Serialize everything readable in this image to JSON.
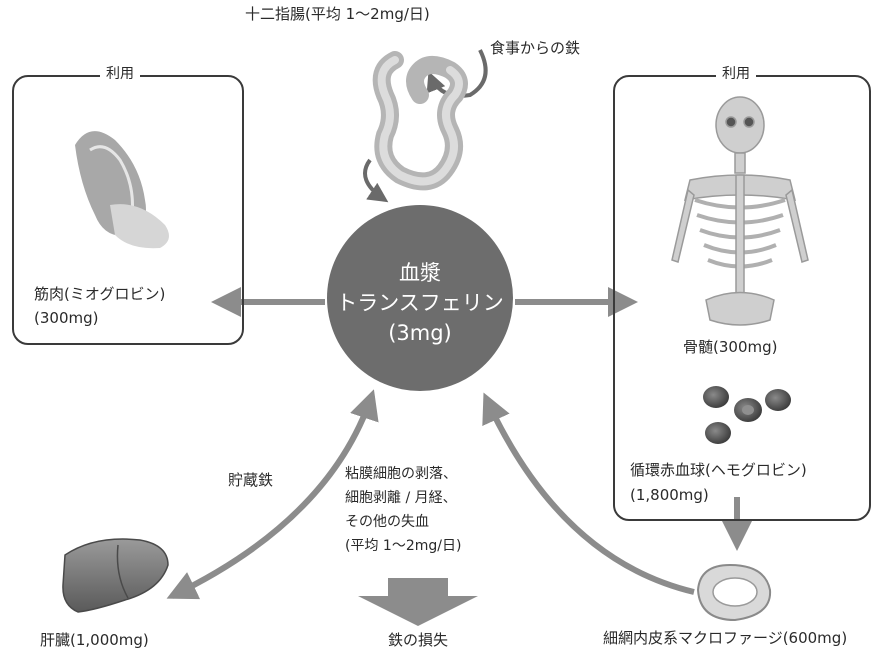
{
  "duodenum": {
    "label": "十二指腸(平均 1〜2mg/日)",
    "dietary_iron": "食事からの鉄"
  },
  "center": {
    "line1": "血漿",
    "line2": "トランスフェリン",
    "line3": "(3mg)"
  },
  "muscle_box": {
    "title": "利用",
    "line1": "筋肉(ミオグロビン)",
    "line2": "(300mg)"
  },
  "marrow_box": {
    "title": "利用",
    "bone_marrow": "骨髄(300mg)",
    "rbc_line1": "循環赤血球(ヘモグロビン)",
    "rbc_line2": "(1,800mg)"
  },
  "storage_iron": "貯蔵鉄",
  "loss_note": {
    "line1": "粘膜細胞の剥落、",
    "line2": "細胞剥離 / 月経、",
    "line3": "その他の失血",
    "line4": "(平均 1〜2mg/日)"
  },
  "liver": "肝臓(1,000mg)",
  "iron_loss": "鉄の損失",
  "macrophage": "細網内皮系マクロファージ(600mg)",
  "colors": {
    "center_circle": "#6d6d6d",
    "arrows": "#8c8c8c",
    "box_border": "#3a3a3a",
    "text": "#2a2a2a"
  }
}
